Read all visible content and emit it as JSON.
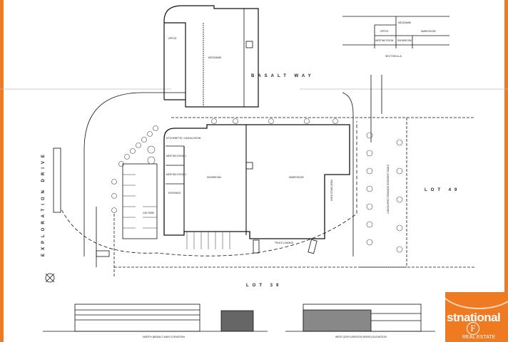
{
  "colors": {
    "accent": "#ee7a22",
    "line": "#111111",
    "tree": "#444444"
  },
  "roads": {
    "north": "BASALT WAY",
    "west": "EXPLORATION DRIVE"
  },
  "lots": {
    "south": "LOT 39",
    "east": "LOT 49"
  },
  "rooms": {
    "office": "OFFICE",
    "mezzanine": "MEZZANINE",
    "showroom": "SHOWROOM",
    "warehouse": "WAREHOUSE",
    "car_park": "CAR PARK",
    "truck_loading": "TRUCK LOADING",
    "hard_stand": "HARD STAND AREA",
    "meeting1": "MEETING ROOM 1",
    "meeting2": "MEETING ROOM 2",
    "kitchenette": "KITCHENETTE / CASUAL ROOM",
    "entrance": "ENTRANCE",
    "swale": "LANDSCAPED DRAINAGE EASEMENT SWALE"
  },
  "section": {
    "title": "SECTION A-A",
    "labels": [
      "MEZZANINE",
      "OFFICE",
      "MEETING ROOM",
      "SHOWROOM",
      "WAREHOUSE"
    ]
  },
  "elevations": {
    "north": "NORTH (BASALT WAY) ELEVATION",
    "west": "WEST (EXPLORATION DRIVE) ELEVATION"
  },
  "logo": {
    "name": "stnational",
    "letter": "F",
    "sub": "REAL ESTATE"
  }
}
